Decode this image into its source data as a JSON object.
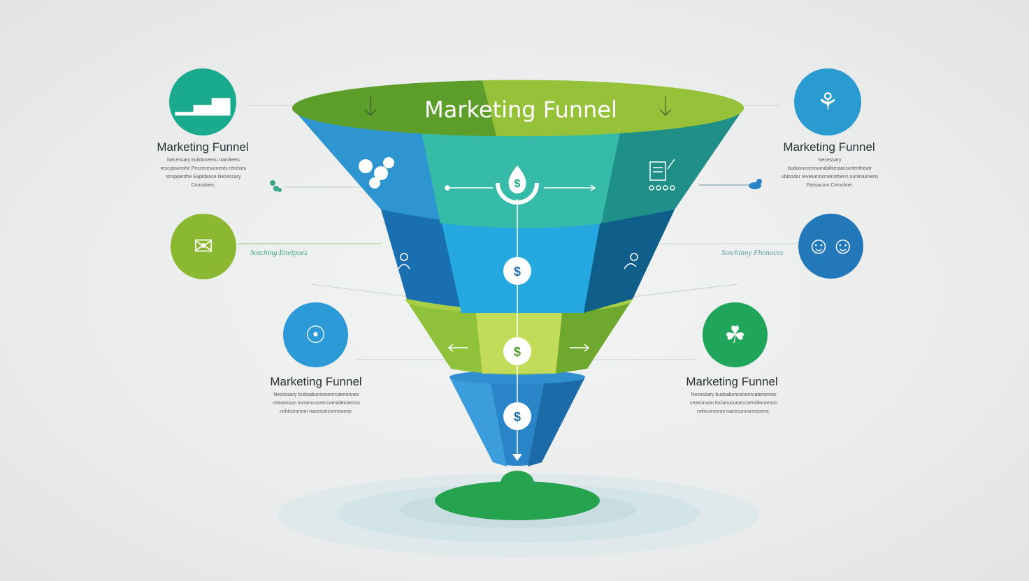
{
  "funnel": {
    "title": "Marketing Funnel",
    "stages": [
      {
        "color_left": "#2f95d0",
        "color_mid": "#35bba8",
        "color_right": "#1f8f88",
        "icon": "dollar-drop-icon"
      },
      {
        "color_left": "#1a6fb0",
        "color_mid": "#25a8e0",
        "color_right": "#105e8a",
        "icon": "dollar-icon"
      },
      {
        "color_left": "#8fc23a",
        "color_mid": "#c2dc5a",
        "color_right": "#6ea82e",
        "icon": "dollar-icon"
      },
      {
        "color_left": "#3b9ddb",
        "color_mid": "#2a85c8",
        "color_right": "#1c6aa8",
        "icon": "dollar-icon"
      }
    ],
    "dollar_symbol": "$"
  },
  "callouts": [
    {
      "title": "Marketing Funnel",
      "desc": "Necessary buildoneecu trandeets rescrpounshe Pecrecessments retchieu stroppenthe Eapidance Necessary Consoloes.",
      "color": "#1aab8f",
      "icon": "bar-chart-icon"
    },
    {
      "title": "Marketing Funnel",
      "desc": "Necessary budosnccennoeabilitiestaccurtentheatr ubisodar revelumosmensthenn ouninaonenn Passacom Comshoe.",
      "color": "#2a9bd0",
      "icon": "idea-network-icon"
    },
    {
      "title": "Marketing Funnel",
      "desc": "Necessary budoabunconenrcateronnes ceasonson tocianucuneccoenidenoenon nnhiconenon naceconconnecene.",
      "color": "#2b9ad6",
      "icon": "lightbulb-icon"
    },
    {
      "title": "Marketing Funnel",
      "desc": "Necessary budoabunconenrcateronnes ceasonson tocianucuneccoenidenoenon nnhiconenon naceconconnecene.",
      "color": "#1fa65a",
      "icon": "plant-icon"
    }
  ],
  "side_labels": [
    {
      "text": "Sotching Enelpoes",
      "color": "#8ab830",
      "icon": "message-cards-icon"
    },
    {
      "text": "Sotchinny Fhenoces",
      "color": "#2278b8",
      "icon": "team-icon"
    }
  ]
}
